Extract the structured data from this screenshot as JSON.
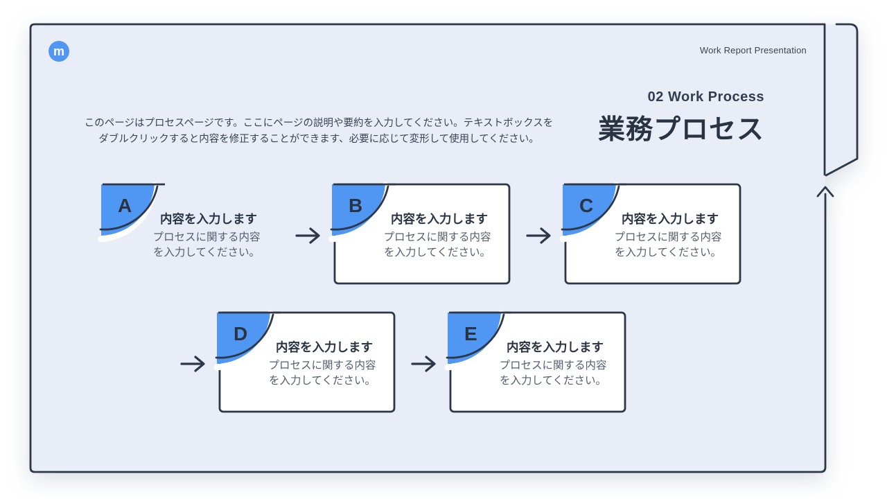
{
  "colors": {
    "accent_blue": "#4F97F3",
    "ink": "#2E3747",
    "slide_bg": "#E8EDF7",
    "card_bg": "#FFFFFF",
    "body_text": "#555E6C"
  },
  "slide": {
    "logo_letter": "m",
    "header_right": "Work Report Presentation",
    "kicker": "02  Work Process",
    "title": "業務プロセス",
    "description": "このページはプロセスページです。ここにページの説明や要約を入力してください。テキストボックスを\nダブルクリックすると内容を修正することができます、必要に応じて変形して使用してください。"
  },
  "process": {
    "steps": [
      {
        "letter": "A",
        "title": "内容を入力します",
        "body": "プロセスに関する内容\nを入力してください。"
      },
      {
        "letter": "B",
        "title": "内容を入力します",
        "body": "プロセスに関する内容\nを入力してください。"
      },
      {
        "letter": "C",
        "title": "内容を入力します",
        "body": "プロセスに関する内容\nを入力してください。"
      },
      {
        "letter": "D",
        "title": "内容を入力します",
        "body": "プロセスに関する内容\nを入力してください。"
      },
      {
        "letter": "E",
        "title": "内容を入力します",
        "body": "プロセスに関する内容\nを入力してください。"
      }
    ]
  }
}
